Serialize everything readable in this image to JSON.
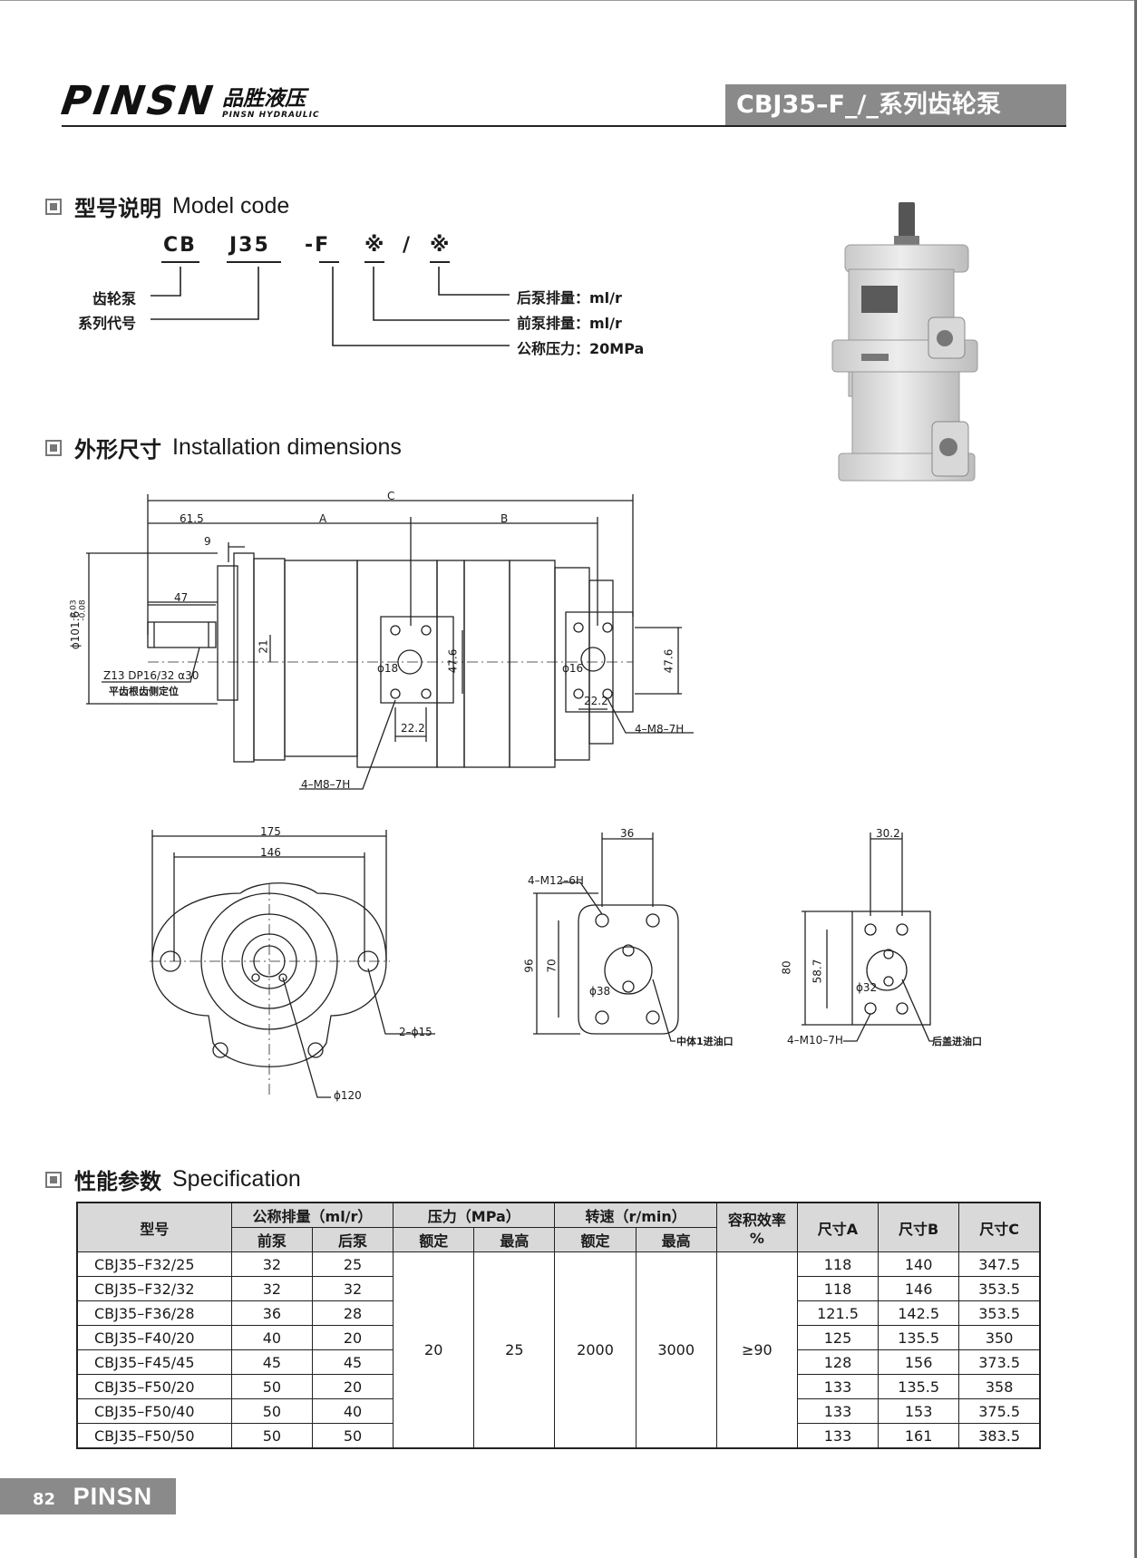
{
  "header": {
    "brand": "PINSN",
    "brand_cn": "品胜液压",
    "brand_en": "PINSN HYDRAULIC",
    "series_title": "CBJ35–F_/_系列齿轮泵"
  },
  "sections": {
    "model_code": {
      "cn": "型号说明",
      "en": "Model code"
    },
    "installation": {
      "cn": "外形尺寸",
      "en": "Installation dimensions"
    },
    "specification": {
      "cn": "性能参数",
      "en": "Specification"
    }
  },
  "model_code": {
    "parts": [
      "CB",
      "J35",
      "-F",
      "※",
      "/",
      "※"
    ],
    "labels": {
      "gear_pump": "齿轮泵",
      "series_code": "系列代号",
      "rear_pump": "后泵排量：ml/r",
      "front_pump": "前泵排量：ml/r",
      "pressure": "公称压力：20MPa"
    }
  },
  "dimensions": {
    "C": "C",
    "A": "A",
    "B": "B",
    "d61_5": "61.5",
    "d9": "9",
    "d47": "47",
    "d101_6": "ϕ101.6",
    "tol1": "-0.03",
    "tol2": "-0.08",
    "d21": "21",
    "d47_6a": "47.6",
    "d47_6b": "47.6",
    "d22_2a": "22.2",
    "d22_2b": "22.2",
    "phi18": "ϕ18",
    "phi16": "ϕ16",
    "spline": "Z13 DP16/32 α30",
    "spline_note": "平齿根齿侧定位",
    "m8_a": "4–M8–7H",
    "m8_b": "4–M8–7H",
    "d175": "175",
    "d146": "146",
    "d2phi15": "2–ϕ15",
    "phi120": "ϕ120",
    "d36": "36",
    "m12": "4–M12–6H",
    "d96": "96",
    "d70": "70",
    "phi38": "ϕ38",
    "inlet1": "中体1进油口",
    "d30_2": "30.2",
    "d80": "80",
    "d58_7": "58.7",
    "phi32": "ϕ32",
    "m10": "4–M10–7H",
    "inlet2": "后盖进油口"
  },
  "spec_table": {
    "headers": {
      "model": "型号",
      "displacement": "公称排量（ml/r）",
      "pressure": "压力（MPa）",
      "speed": "转速（r/min）",
      "efficiency": "容积效率",
      "efficiency_unit": "%",
      "size_a": "尺寸A",
      "size_b": "尺寸B",
      "size_c": "尺寸C",
      "front": "前泵",
      "rear": "后泵",
      "rated": "额定",
      "max": "最高",
      "rated2": "额定",
      "max2": "最高"
    },
    "common": {
      "pressure_rated": "20",
      "pressure_max": "25",
      "speed_rated": "2000",
      "speed_max": "3000",
      "efficiency": "≥90"
    },
    "rows": [
      {
        "model": "CBJ35–F32/25",
        "front": "32",
        "rear": "25",
        "a": "118",
        "b": "140",
        "c": "347.5"
      },
      {
        "model": "CBJ35–F32/32",
        "front": "32",
        "rear": "32",
        "a": "118",
        "b": "146",
        "c": "353.5"
      },
      {
        "model": "CBJ35–F36/28",
        "front": "36",
        "rear": "28",
        "a": "121.5",
        "b": "142.5",
        "c": "353.5"
      },
      {
        "model": "CBJ35–F40/20",
        "front": "40",
        "rear": "20",
        "a": "125",
        "b": "135.5",
        "c": "350"
      },
      {
        "model": "CBJ35–F45/45",
        "front": "45",
        "rear": "45",
        "a": "128",
        "b": "156",
        "c": "373.5"
      },
      {
        "model": "CBJ35–F50/20",
        "front": "50",
        "rear": "20",
        "a": "133",
        "b": "135.5",
        "c": "358"
      },
      {
        "model": "CBJ35–F50/40",
        "front": "50",
        "rear": "40",
        "a": "133",
        "b": "153",
        "c": "375.5"
      },
      {
        "model": "CBJ35–F50/50",
        "front": "50",
        "rear": "50",
        "a": "133",
        "b": "161",
        "c": "383.5"
      }
    ]
  },
  "footer": {
    "page": "82",
    "brand": "PINSN"
  }
}
